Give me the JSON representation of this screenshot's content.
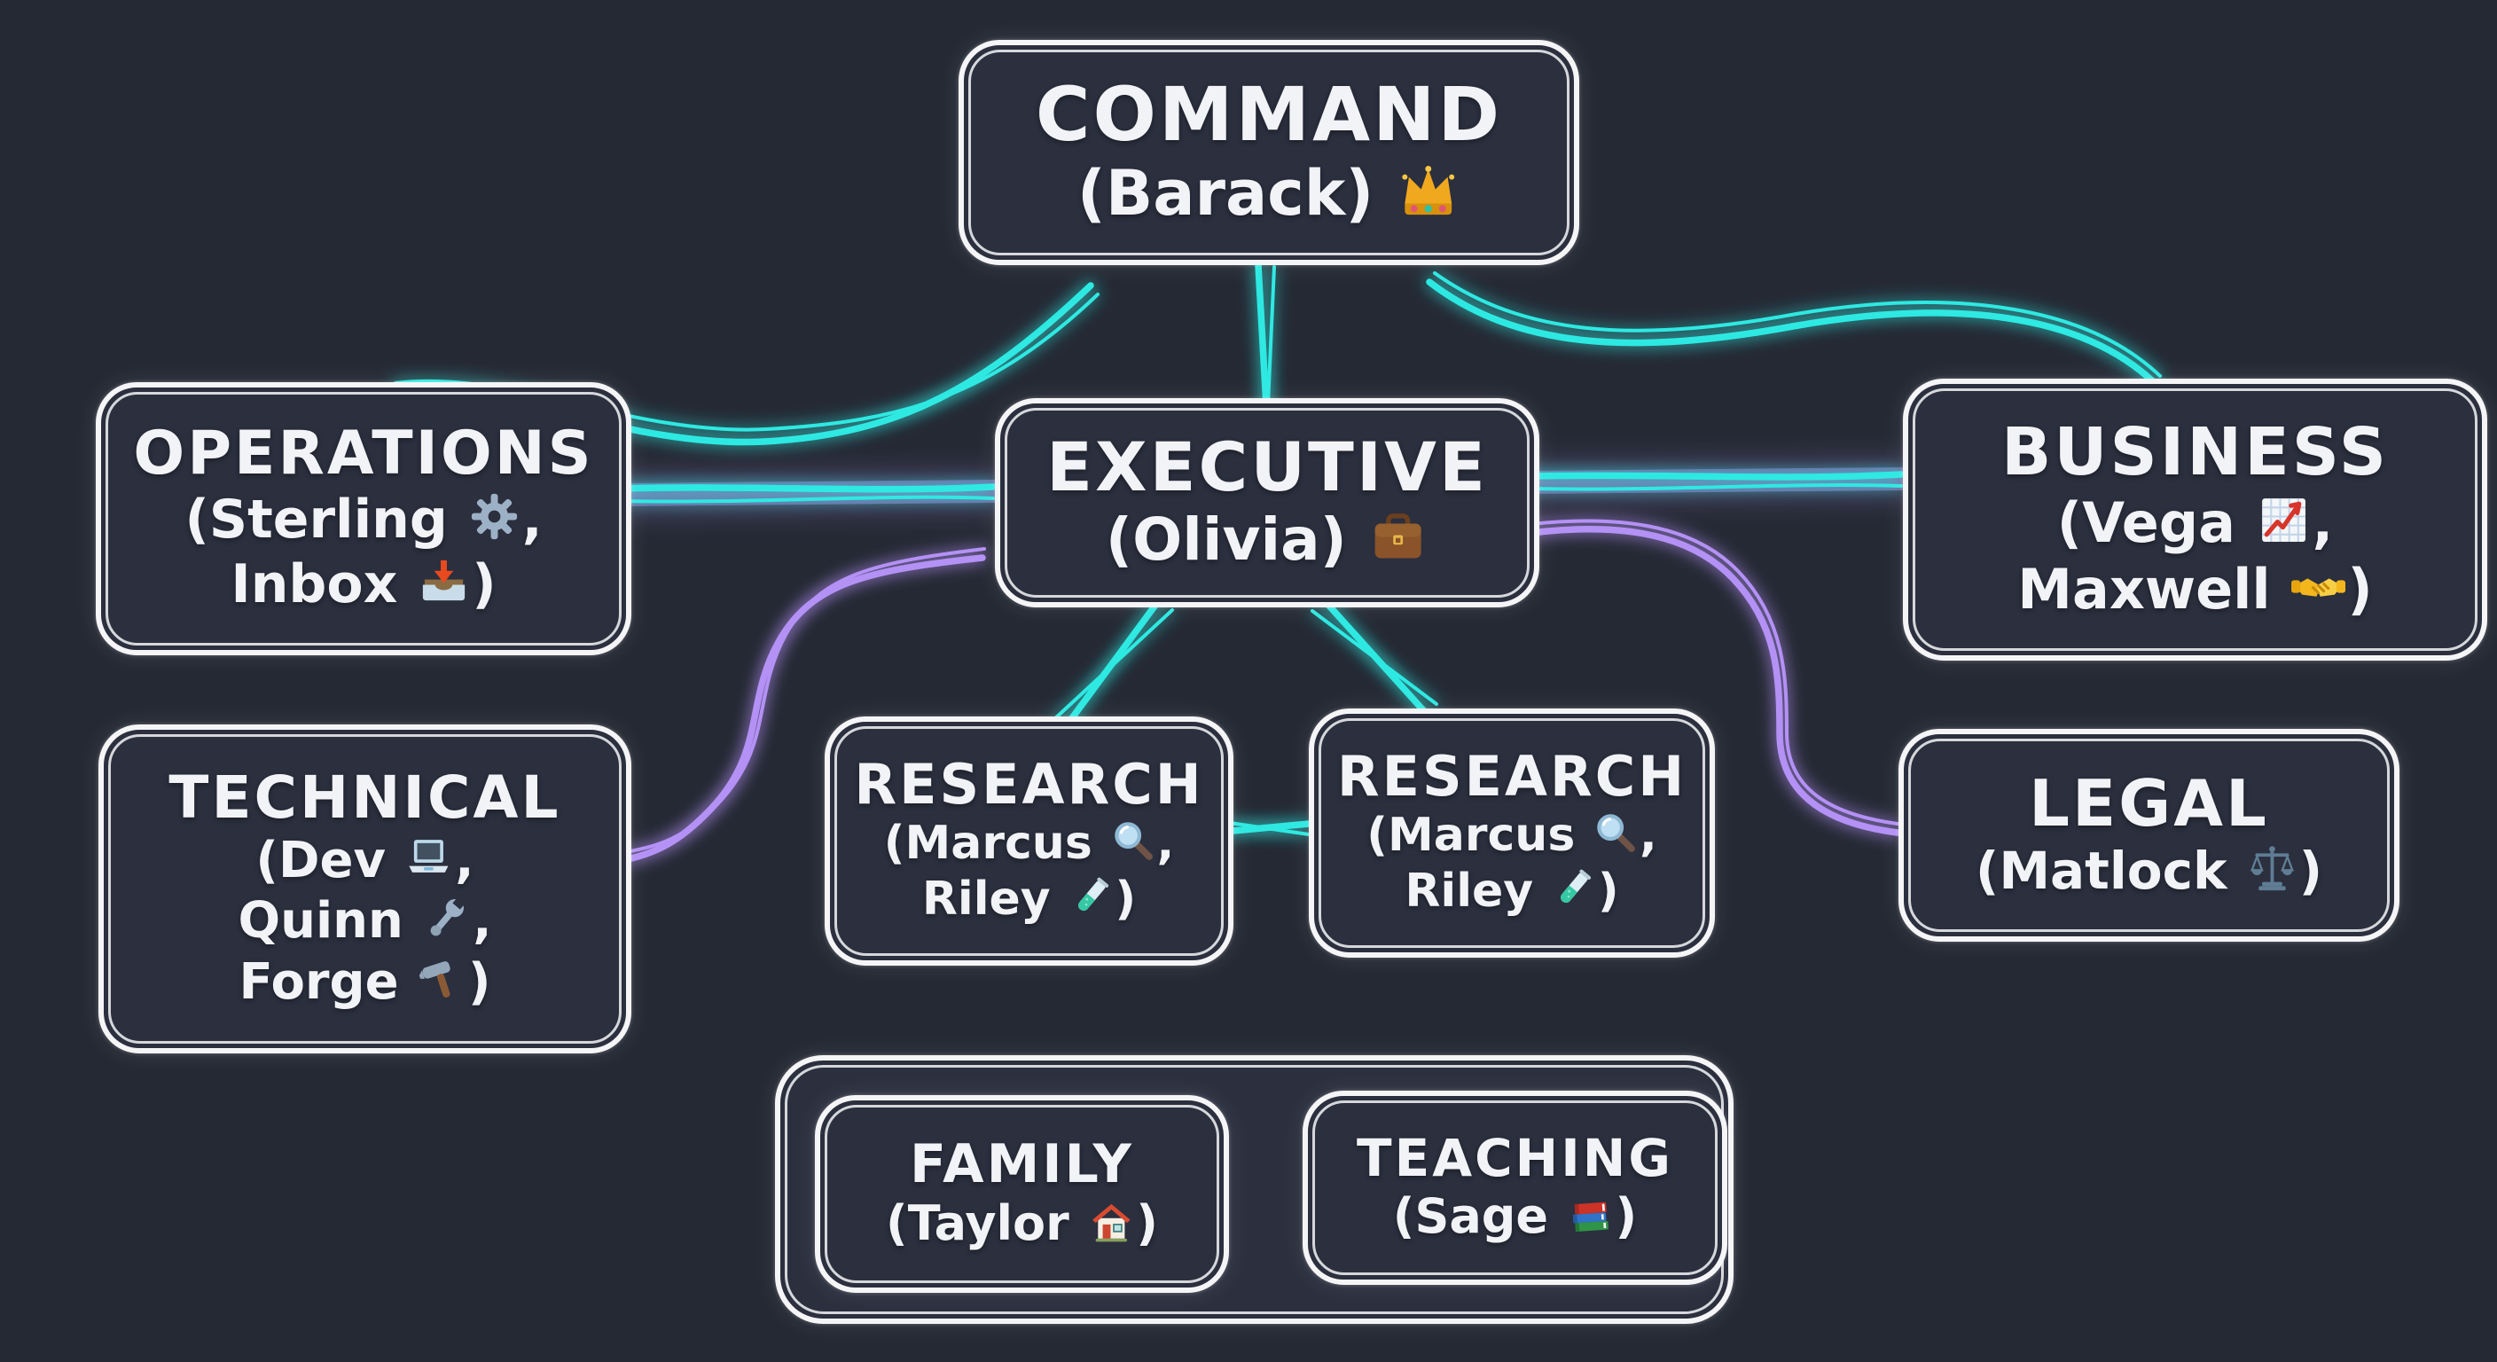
{
  "colors": {
    "bg": "#252934",
    "box": "#2b2f3e",
    "border": "#f5f5f7",
    "text": "#f2f3f6",
    "cyan": "#2fe9e2",
    "purple": "#b491f5"
  },
  "nodes": {
    "command": {
      "title": "COMMAND",
      "lines": [
        [
          {
            "text": "(Barack) "
          },
          {
            "icon": "crown"
          }
        ]
      ]
    },
    "operations": {
      "title": "OPERATIONS",
      "lines": [
        [
          {
            "text": "(Sterling "
          },
          {
            "icon": "gear"
          },
          {
            "text": ","
          }
        ],
        [
          {
            "text": "Inbox "
          },
          {
            "icon": "inbox-tray"
          },
          {
            "text": ")"
          }
        ]
      ]
    },
    "executive": {
      "title": "EXECUTIVE",
      "lines": [
        [
          {
            "text": "(Olivia) "
          },
          {
            "icon": "briefcase"
          }
        ]
      ]
    },
    "business": {
      "title": "BUSINESS",
      "lines": [
        [
          {
            "text": "(Vega "
          },
          {
            "icon": "chart-increasing"
          },
          {
            "text": ","
          }
        ],
        [
          {
            "text": "Maxwell "
          },
          {
            "icon": "handshake"
          },
          {
            "text": ")"
          }
        ]
      ]
    },
    "technical": {
      "title": "TECHNICAL",
      "lines": [
        [
          {
            "text": "(Dev "
          },
          {
            "icon": "laptop"
          },
          {
            "text": ","
          }
        ],
        [
          {
            "text": "Quinn "
          },
          {
            "icon": "wrench"
          },
          {
            "text": ","
          }
        ],
        [
          {
            "text": "Forge "
          },
          {
            "icon": "hammer"
          },
          {
            "text": ")"
          }
        ]
      ]
    },
    "research_left": {
      "title": "RESEARCH",
      "lines": [
        [
          {
            "text": "(Marcus "
          },
          {
            "icon": "magnifying-glass"
          },
          {
            "text": ","
          }
        ],
        [
          {
            "text": "Riley "
          },
          {
            "icon": "test-tube"
          },
          {
            "text": ")"
          }
        ]
      ]
    },
    "research_right": {
      "title": "RESEARCH",
      "lines": [
        [
          {
            "text": "(Marcus "
          },
          {
            "icon": "magnifying-glass"
          },
          {
            "text": ","
          }
        ],
        [
          {
            "text": "Riley "
          },
          {
            "icon": "test-tube"
          },
          {
            "text": ")"
          }
        ]
      ]
    },
    "legal": {
      "title": "LEGAL",
      "lines": [
        [
          {
            "text": "(Matlock "
          },
          {
            "icon": "scales"
          },
          {
            "text": ")"
          }
        ]
      ]
    },
    "family": {
      "title": "FAMILY",
      "lines": [
        [
          {
            "text": "(Taylor "
          },
          {
            "icon": "house"
          },
          {
            "text": ")"
          }
        ]
      ]
    },
    "teaching": {
      "title": "TEACHING",
      "lines": [
        [
          {
            "text": "(Sage "
          },
          {
            "icon": "books"
          },
          {
            "text": ")"
          }
        ]
      ]
    }
  },
  "edges": [
    {
      "id": "command-operations",
      "from": "command",
      "to": "operations",
      "color": "cyan"
    },
    {
      "id": "command-executive",
      "from": "command",
      "to": "executive",
      "color": "cyan"
    },
    {
      "id": "command-business",
      "from": "command",
      "to": "business",
      "color": "cyan"
    },
    {
      "id": "operations-executive",
      "from": "operations",
      "to": "executive",
      "color": "cyan",
      "glow": "purple"
    },
    {
      "id": "executive-business",
      "from": "executive",
      "to": "business",
      "color": "cyan",
      "glow": "purple"
    },
    {
      "id": "executive-technical",
      "from": "executive",
      "to": "technical",
      "color": "purple"
    },
    {
      "id": "executive-legal",
      "from": "executive",
      "to": "legal",
      "color": "purple"
    },
    {
      "id": "executive-research-left",
      "from": "executive",
      "to": "research_left",
      "color": "cyan"
    },
    {
      "id": "executive-research-right",
      "from": "executive",
      "to": "research_right",
      "color": "cyan"
    },
    {
      "id": "research-left-research-right",
      "from": "research_left",
      "to": "research_right",
      "color": "cyan"
    }
  ]
}
